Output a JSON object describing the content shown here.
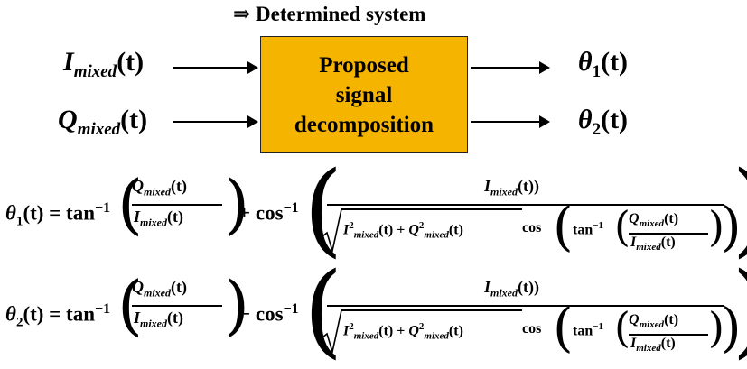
{
  "diagram": {
    "title": "⇒ Determined system",
    "box_label": "Proposed\nsignal\ndecomposition",
    "box_color": "#f5b400",
    "inputs": [
      {
        "symbol": "I",
        "sub": "mixed",
        "arg": "(t)"
      },
      {
        "symbol": "Q",
        "sub": "mixed",
        "arg": "(t)"
      }
    ],
    "outputs": [
      {
        "symbol": "θ",
        "sub": "1",
        "arg": "(t)"
      },
      {
        "symbol": "θ",
        "sub": "2",
        "arg": "(t)"
      }
    ]
  },
  "equations": [
    {
      "lhs_sym": "θ",
      "lhs_sub": "1",
      "lhs_arg": "(t) = tan",
      "sign": "+",
      "cos": "cos"
    },
    {
      "lhs_sym": "θ",
      "lhs_sub": "2",
      "lhs_arg": "(t) = tan",
      "sign": "−",
      "cos": "cos"
    }
  ],
  "terms": {
    "Q": "Q",
    "I": "I",
    "sub": "mixed",
    "t": "(t)",
    "t_close": "(t))",
    "inv": "−1",
    "sq": "2",
    "plus": " + ",
    "cos": "cos",
    "tan": "tan"
  }
}
